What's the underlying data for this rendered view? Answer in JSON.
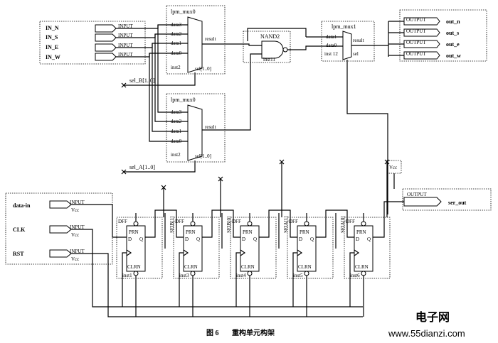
{
  "inputs": {
    "in_n": "IN_N",
    "in_s": "IN_S",
    "in_e": "IN_E",
    "in_w": "IN_W",
    "input_tag": "INPUT",
    "vcc": "Vcc",
    "data_in": "data-in",
    "clk": "CLK",
    "rst": "RST"
  },
  "mux0": {
    "name": "lpm_mux0",
    "pins": [
      "data3",
      "data2",
      "data1",
      "data0"
    ],
    "result": "result",
    "inst": "inst2",
    "sel": "sel[1..0]",
    "sel_net": "sel_B[1..0]"
  },
  "mux0b": {
    "name": "lpm_mux0",
    "pins": [
      "data3",
      "data2",
      "data1",
      "data0"
    ],
    "result": "result",
    "inst": "inst2",
    "sel": "sel[1..0]",
    "sel_net": "sel_A[1..0]"
  },
  "nand": {
    "name": "NAND2",
    "inst": "inst11"
  },
  "mux1": {
    "name": "lpm_mux1",
    "pins": [
      "data1",
      "data0"
    ],
    "result": "result",
    "inst": "inst 12",
    "sel": "sel"
  },
  "outputs": {
    "tag": "OUTPUT",
    "out_n": "out_n",
    "out_s": "out_s",
    "out_e": "out_e",
    "out_w": "out_w",
    "ser_out": "ser_out",
    "vcc": "Vcc"
  },
  "dff": {
    "name": "DFF",
    "prn": "PRN",
    "d": "D",
    "q": "Q",
    "clrn": "CLRN",
    "insts": [
      "inst1",
      "inst3",
      "inst4",
      "inst5",
      "inst6"
    ]
  },
  "sel_taps": [
    "SEIB[1]",
    "SEIB[0]",
    "SEIA[1]",
    "SEIA[0]"
  ],
  "caption": {
    "fig": "图 6",
    "title": "重构单元构架"
  },
  "watermark": {
    "url": "www.55dianzi.com",
    "brand": "电子网"
  }
}
